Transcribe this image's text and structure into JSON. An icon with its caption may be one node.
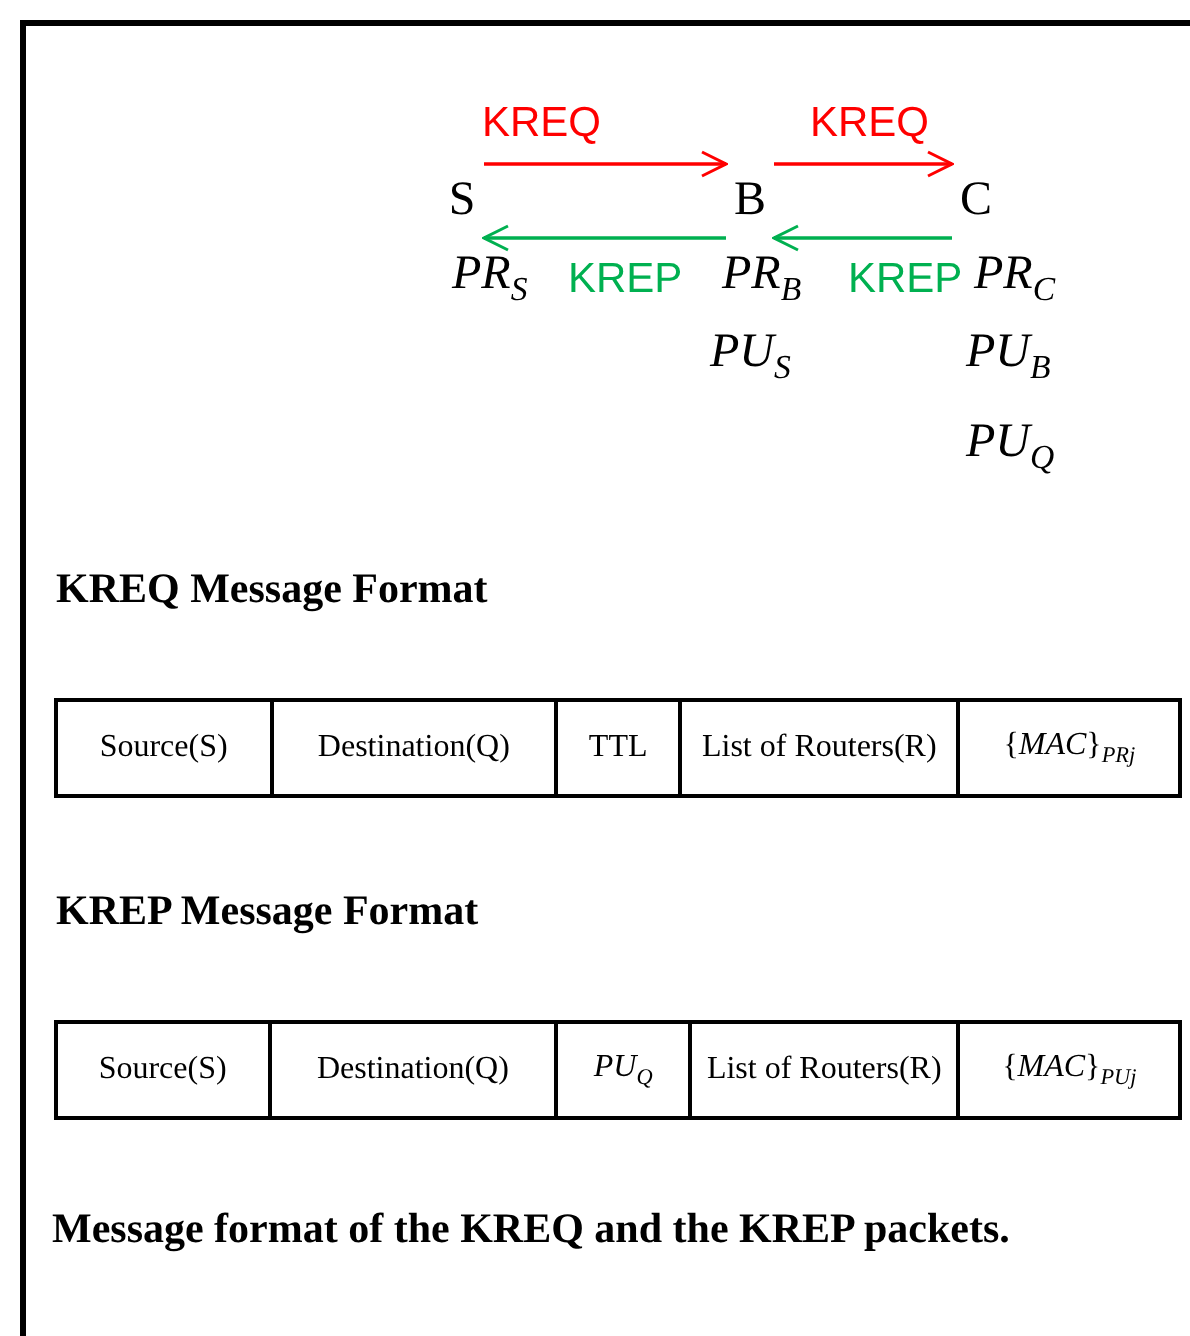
{
  "diagram": {
    "nodes": [
      {
        "text": [
          "S"
        ],
        "beside": [
          "*PR*$_{S}$"
        ]
      },
      {
        "text": [
          "B"
        ],
        "beside": [
          "*PR*$_{B}$",
          "*PU*$_{S}$"
        ]
      },
      {
        "text": [
          "C"
        ],
        "beside": [
          "*PR*$_{C}$",
          "*PU*$_{B}$",
          "*PU*$_{Q}$"
        ]
      }
    ],
    "edges": [
      {
        "from": 0,
        "to": 1,
        "arrow": "to",
        "label": "KREQ",
        "color": "#ff0000"
      },
      {
        "from": 1,
        "to": 2,
        "arrow": "to",
        "label": "KREQ",
        "color": "#ff0000"
      },
      {
        "from": 2,
        "to": 1,
        "arrow": "to",
        "label": "KREP",
        "color": "#00b050"
      },
      {
        "from": 1,
        "to": 0,
        "arrow": "to",
        "label": "KREP",
        "color": "#00b050"
      }
    ],
    "labels": [
      "KREQ Message Format",
      "Source(S)",
      "Destination(Q)",
      "TTL",
      "List of Routers(R)",
      "{*MAC*}$_{PR}$$_{j}$",
      "KREP Message Format",
      "Source(S)",
      "Destination(Q)",
      "*PU*$_{Q}$",
      "List of Routers(R)",
      "{*MAC*}$_{PU}$$_{j}$"
    ],
    "caption": "Message format of the KREQ and the KREP packets."
  }
}
